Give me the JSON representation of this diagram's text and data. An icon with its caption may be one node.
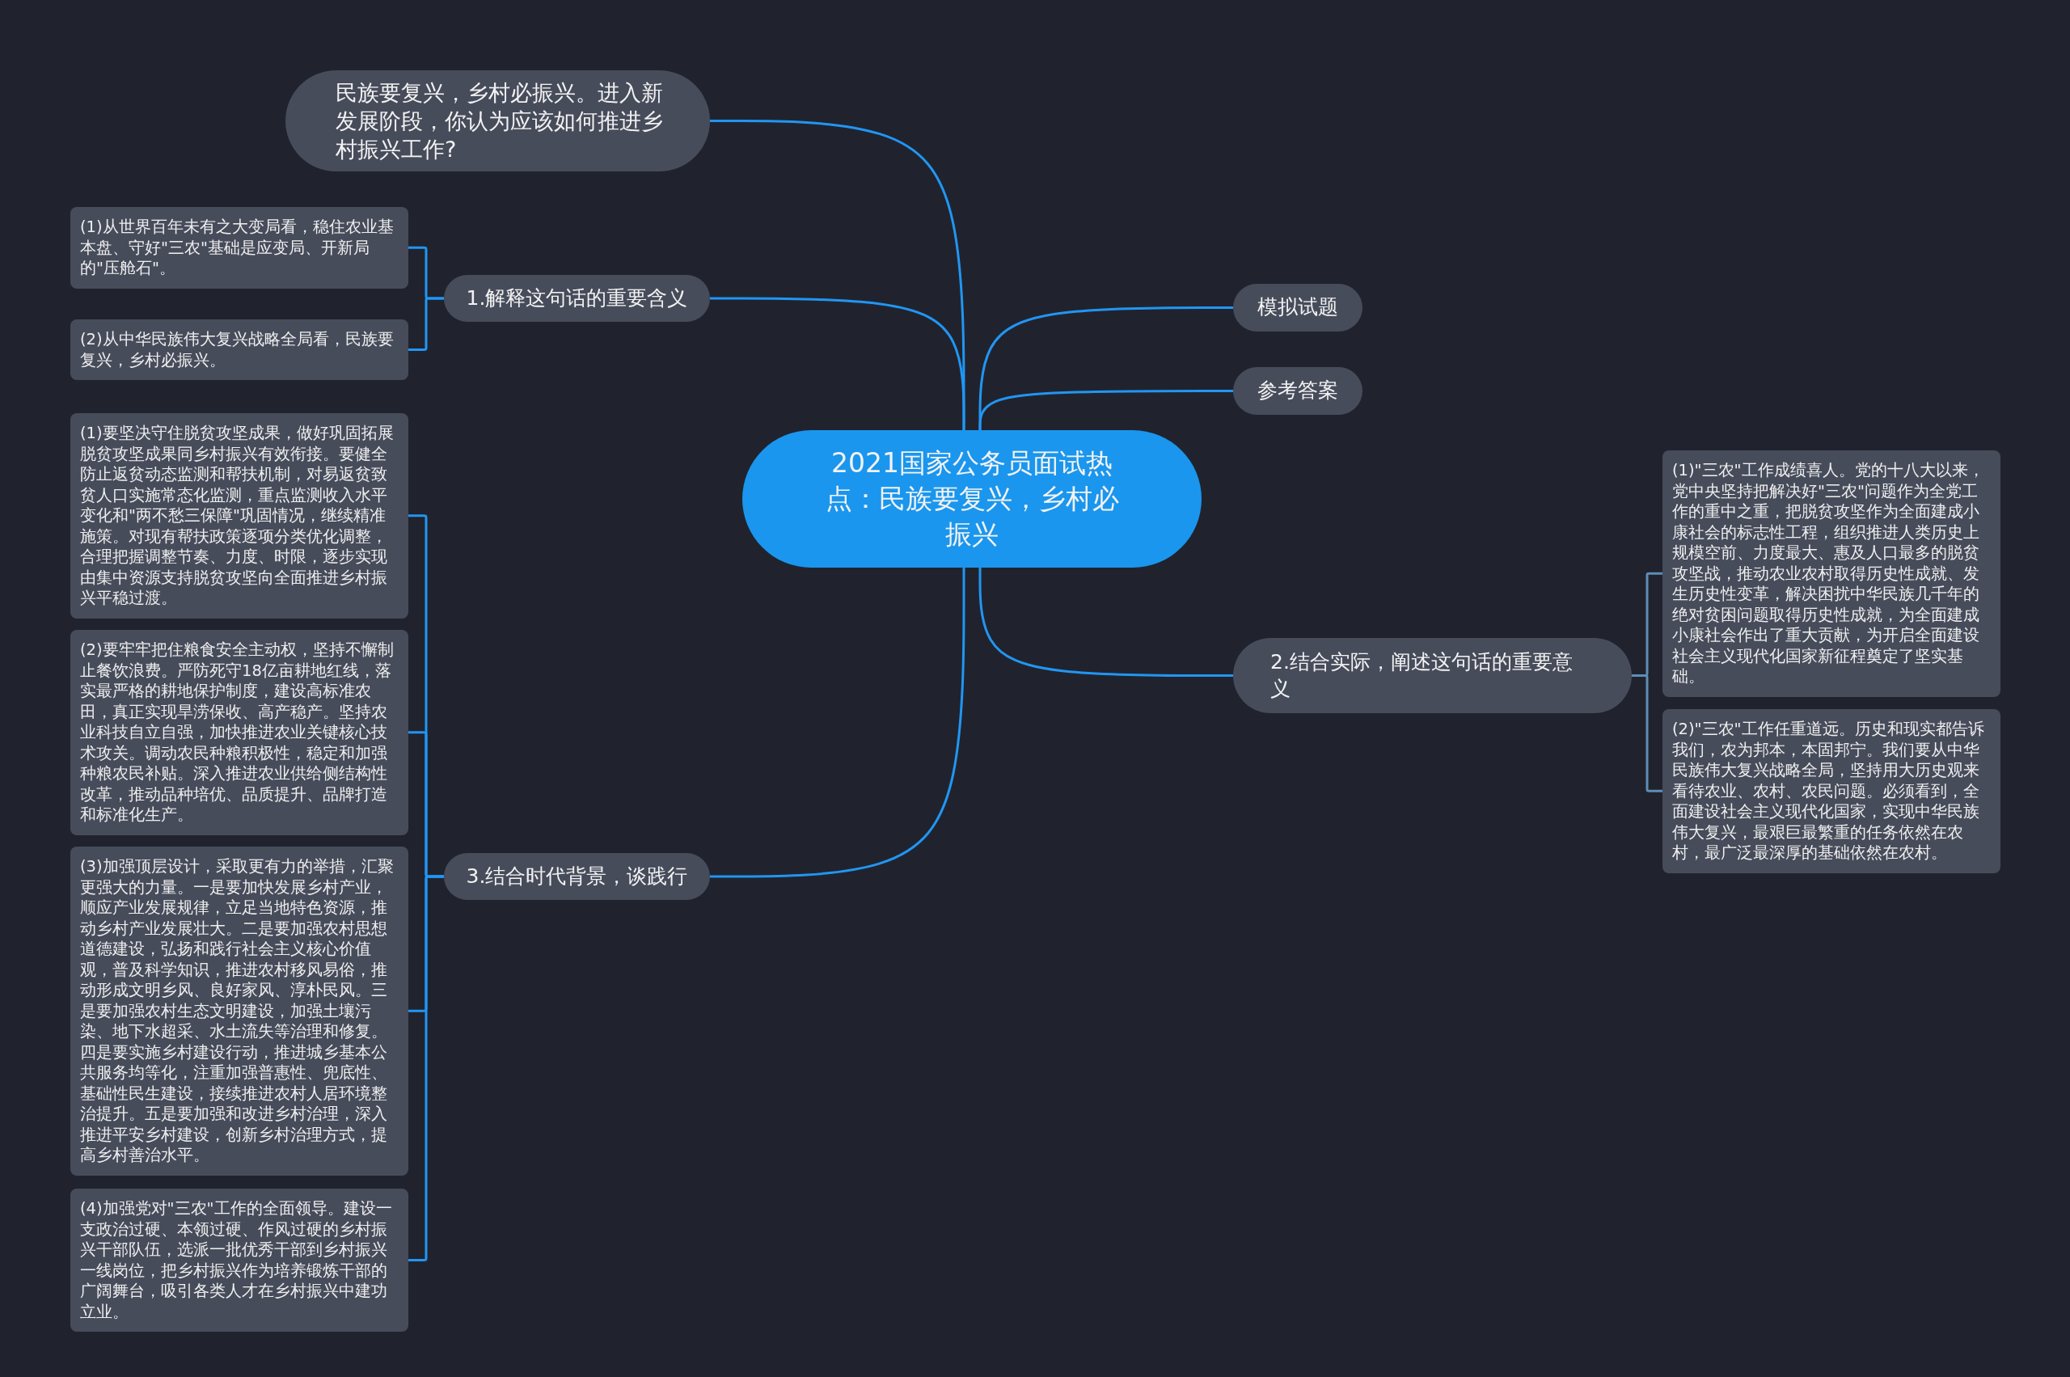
{
  "diagram": {
    "nodes": [
      {
        "text": [
          "2021国家公务员面试热点：民族要复兴，乡村必振兴"
        ]
      },
      {
        "text": [
          "民族要复兴，乡村必振兴。进入新发展阶段，你认为应该如何推进乡村振兴工作?"
        ]
      },
      {
        "text": [
          "1.解释这句话的重要含义"
        ]
      },
      {
        "text": [
          "(1)从世界百年未有之大变局看，稳住农业基本盘、守好\"三农\"基础是应变局、开新局的\"压舱石\"。"
        ]
      },
      {
        "text": [
          "(2)从中华民族伟大复兴战略全局看，民族要复兴，乡村必振兴。"
        ]
      },
      {
        "text": [
          "3.结合时代背景，谈践行"
        ]
      },
      {
        "text": [
          "(1)要坚决守住脱贫攻坚成果，做好巩固拓展脱贫攻坚成果同乡村振兴有效衔接。要健全防止返贫动态监测和帮扶机制，对易返贫致贫人口实施常态化监测，重点监测收入水平变化和\"两不愁三保障\"巩固情况，继续精准施策。对现有帮扶政策逐项分类优化调整，合理把握调整节奏、力度、时限，逐步实现由集中资源支持脱贫攻坚向全面推进乡村振兴平稳过渡。"
        ]
      },
      {
        "text": [
          "(2)要牢牢把住粮食安全主动权，坚持不懈制止餐饮浪费。严防死守18亿亩耕地红线，落实最严格的耕地保护制度，建设高标准农田，真正实现旱涝保收、高产稳产。坚持农业科技自立自强，加快推进农业关键核心技术攻关。调动农民种粮积极性，稳定和加强种粮农民补贴。深入推进农业供给侧结构性改革，推动品种培优、品质提升、品牌打造和标准化生产。"
        ]
      },
      {
        "text": [
          "(3)加强顶层设计，采取更有力的举措，汇聚更强大的力量。一是要加快发展乡村产业，顺应产业发展规律，立足当地特色资源，推动乡村产业发展壮大。二是要加强农村思想道德建设，弘扬和践行社会主义核心价值观，普及科学知识，推进农村移风易俗，推动形成文明乡风、良好家风、淳朴民风。三是要加强农村生态文明建设，加强土壤污染、地下水超采、水土流失等治理和修复。四是要实施乡村建设行动，推进城乡基本公共服务均等化，注重加强普惠性、兜底性、基础性民生建设，接续推进农村人居环境整治提升。五是要加强和改进乡村治理，深入推进平安乡村建设，创新乡村治理方式，提高乡村善治水平。"
        ]
      },
      {
        "text": [
          "(4)加强党对\"三农\"工作的全面领导。建设一支政治过硬、本领过硬、作风过硬的乡村振兴干部队伍，选派一批优秀干部到乡村振兴一线岗位，把乡村振兴作为培养锻炼干部的广阔舞台，吸引各类人才在乡村振兴中建功立业。"
        ]
      },
      {
        "text": [
          "模拟试题"
        ]
      },
      {
        "text": [
          "参考答案"
        ]
      },
      {
        "text": [
          "2.结合实际，阐述这句话的重要意义"
        ]
      },
      {
        "text": [
          "(1)\"三农\"工作成绩喜人。党的十八大以来，党中央坚持把解决好\"三农\"问题作为全党工作的重中之重，把脱贫攻坚作为全面建成小康社会的标志性工程，组织推进人类历史上规模空前、力度最大、惠及人口最多的脱贫攻坚战，推动农业农村取得历史性成就、发生历史性变革，解决困扰中华民族几千年的绝对贫困问题取得历史性成就，为全面建成小康社会作出了重大贡献，为开启全面建设社会主义现代化国家新征程奠定了坚实基础。"
        ]
      },
      {
        "text": [
          "(2)\"三农\"工作任重道远。历史和现实都告诉我们，农为邦本，本固邦宁。我们要从中华民族伟大复兴战略全局，坚持用大历史观来看待农业、农村、农民问题。必须看到，全面建设社会主义现代化国家，实现中华民族伟大复兴，最艰巨最繁重的任务依然在农村，最广泛最深厚的基础依然在农村。"
        ]
      }
    ],
    "edges": [
      {
        "from": 0,
        "to": 1,
        "arrow": "none"
      },
      {
        "from": 0,
        "to": 2,
        "arrow": "none"
      },
      {
        "from": 2,
        "to": 3,
        "arrow": "none"
      },
      {
        "from": 2,
        "to": 4,
        "arrow": "none"
      },
      {
        "from": 0,
        "to": 5,
        "arrow": "none"
      },
      {
        "from": 5,
        "to": 6,
        "arrow": "none"
      },
      {
        "from": 5,
        "to": 7,
        "arrow": "none"
      },
      {
        "from": 5,
        "to": 8,
        "arrow": "none"
      },
      {
        "from": 5,
        "to": 9,
        "arrow": "none"
      },
      {
        "from": 0,
        "to": 10,
        "arrow": "none"
      },
      {
        "from": 0,
        "to": 11,
        "arrow": "none"
      },
      {
        "from": 0,
        "to": 12,
        "arrow": "none"
      },
      {
        "from": 12,
        "to": 13,
        "arrow": "none",
        "color": "#5f8db5"
      },
      {
        "from": 12,
        "to": 14,
        "arrow": "none",
        "color": "#5f8db5"
      }
    ]
  }
}
